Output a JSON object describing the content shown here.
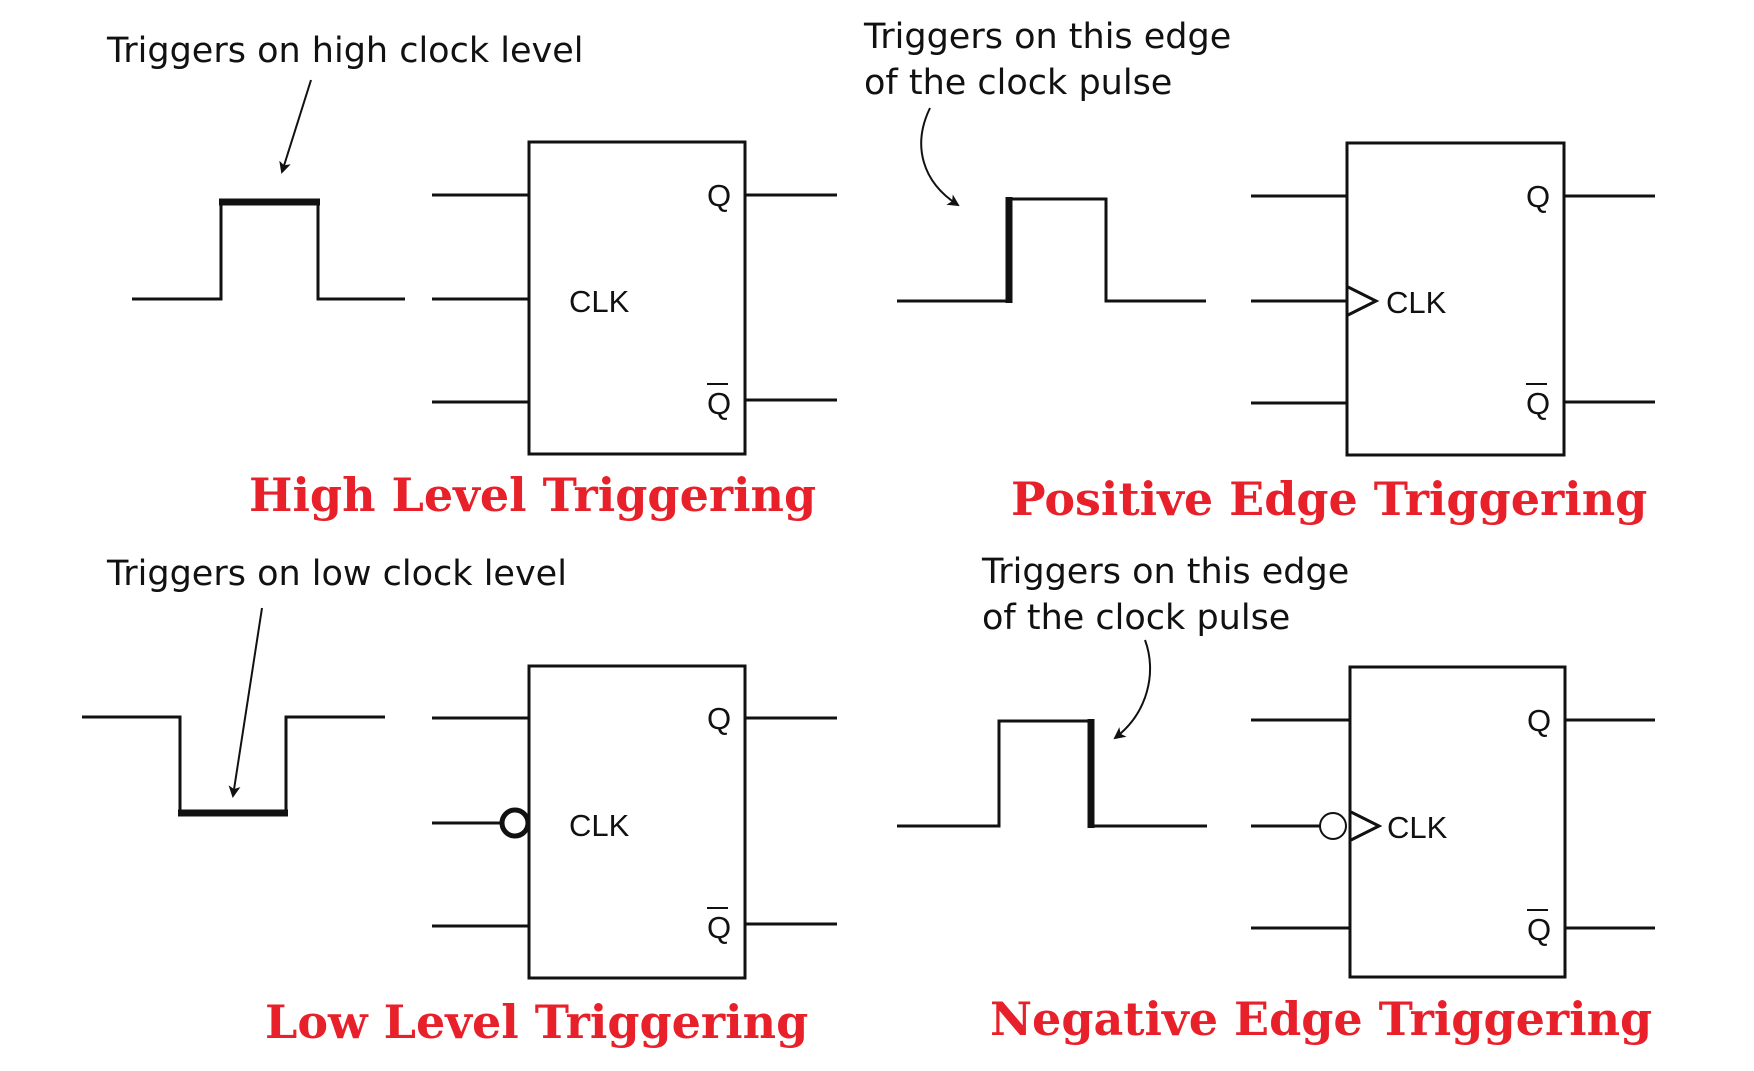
{
  "colors": {
    "title": "#e8202a",
    "line": "#111111"
  },
  "panels": {
    "high_level": {
      "annotation": "Triggers on high clock level",
      "pin_q": "Q",
      "pin_clk": "CLK",
      "pin_qbar": "Q",
      "title": "High Level Triggering"
    },
    "positive_edge": {
      "annotation_line1": "Triggers on this edge",
      "annotation_line2": "of the clock pulse",
      "pin_q": "Q",
      "pin_clk": "CLK",
      "pin_qbar": "Q",
      "title": "Positive Edge Triggering"
    },
    "low_level": {
      "annotation": "Triggers on low clock level",
      "pin_q": "Q",
      "pin_clk": "CLK",
      "pin_qbar": "Q",
      "title": "Low Level Triggering"
    },
    "negative_edge": {
      "annotation_line1": "Triggers on this edge",
      "annotation_line2": "of the clock pulse",
      "pin_q": "Q",
      "pin_clk": "CLK",
      "pin_qbar": "Q",
      "title": "Negative Edge Triggering"
    }
  }
}
